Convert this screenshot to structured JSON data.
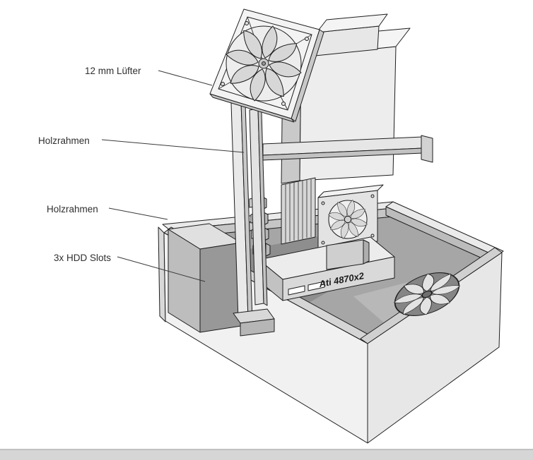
{
  "theme": {
    "background": "#ffffff",
    "ink": "#1e1e1e",
    "label_color": "#2f2f2f",
    "statusbar": "#d6d6d6"
  },
  "annotations": {
    "fan": {
      "label": "12 mm Lüfter"
    },
    "frame_upper": {
      "label": "Holzrahmen"
    },
    "frame_lower": {
      "label": "Holzrahmen"
    },
    "hdd": {
      "label": "3x HDD Slots"
    }
  },
  "model": {
    "gpu_text": "Ati 4870x2"
  }
}
